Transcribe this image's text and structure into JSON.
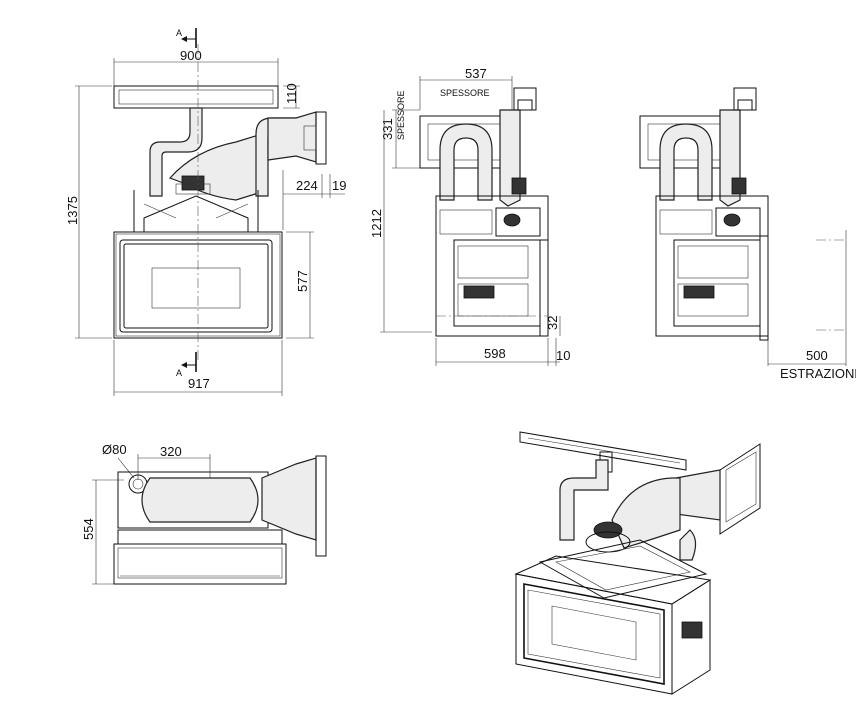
{
  "section_marks": {
    "top": "A",
    "bottom": "A"
  },
  "front_view": {
    "width_top": "900",
    "height_total": "1375",
    "hood_height": "110",
    "outlet_offset": "224",
    "outlet_depth": "19",
    "box_height": "577",
    "width_bottom": "917"
  },
  "side_view": {
    "width_top": "537",
    "label_top": "SPESSORE",
    "label_side": "SPESSORE",
    "height_hood": "331",
    "height_total": "1212",
    "depth": "598",
    "offset_small": "10",
    "offset_vertical": "32"
  },
  "side_view_2": {
    "distance": "500",
    "label": "ESTRAZIONE"
  },
  "top_view": {
    "diameter": "Ø80",
    "spacing": "320",
    "depth": "554"
  },
  "colors": {
    "line": "#111111",
    "fill": "#ededed"
  }
}
